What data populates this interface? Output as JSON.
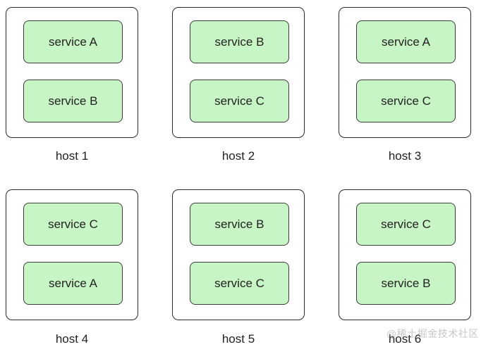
{
  "hosts": [
    {
      "label": "host 1",
      "services": [
        "service A",
        "service B"
      ]
    },
    {
      "label": "host 2",
      "services": [
        "service B",
        "service C"
      ]
    },
    {
      "label": "host 3",
      "services": [
        "service A",
        "service C"
      ]
    },
    {
      "label": "host 4",
      "services": [
        "service C",
        "service A"
      ]
    },
    {
      "label": "host 5",
      "services": [
        "service B",
        "service C"
      ]
    },
    {
      "label": "host 6",
      "services": [
        "service C",
        "service B"
      ]
    }
  ],
  "watermark": "@稀土掘金技术社区",
  "colors": {
    "service_fill": "#c8f5c6",
    "border": "#2a2a2a",
    "text": "#222222"
  }
}
